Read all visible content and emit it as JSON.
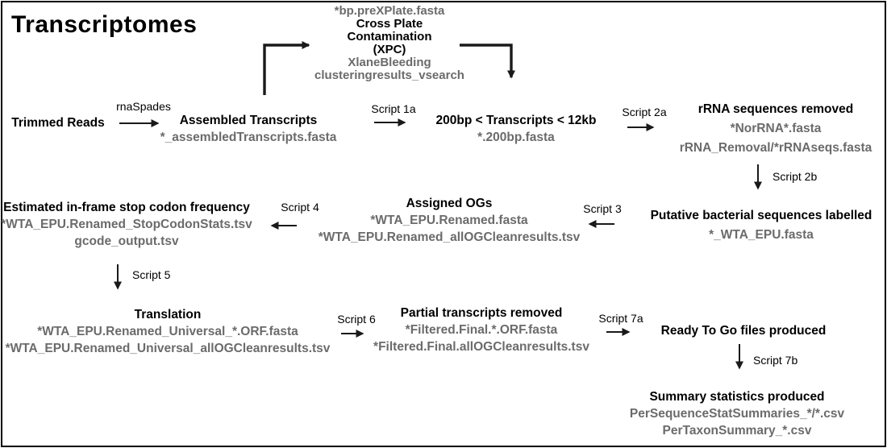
{
  "title": "Transcriptomes",
  "colors": {
    "text": "#000000",
    "file_text": "#6b6b6b",
    "background": "#ffffff",
    "frame_border": "#000000",
    "arrow": "#1a1a1a"
  },
  "nodes": {
    "trimmed_reads": {
      "title": "Trimmed Reads"
    },
    "xpc": {
      "file_above": "*bp.preXPlate.fasta",
      "title_line1": "Cross Plate",
      "title_line2": "Contamination",
      "title_line3": "(XPC)",
      "file1": "XlaneBleeding",
      "file2": "clusteringresults_vsearch"
    },
    "assembled_transcripts": {
      "title": "Assembled Transcripts",
      "file1": "*_assembledTranscripts.fasta"
    },
    "size_filtered": {
      "title": "200bp < Transcripts < 12kb",
      "file1": "*.200bp.fasta"
    },
    "rrna_removed": {
      "title": "rRNA sequences removed",
      "file1": "*NorRNA*.fasta",
      "file2": "rRNA_Removal/*rRNAseqs.fasta"
    },
    "bacterial_labelled": {
      "title": "Putative bacterial sequences labelled",
      "file1": "*_WTA_EPU.fasta"
    },
    "assigned_ogs": {
      "title": "Assigned OGs",
      "file1": "*WTA_EPU.Renamed.fasta",
      "file2": "*WTA_EPU.Renamed_allOGCleanresults.tsv"
    },
    "stop_codon_freq": {
      "title": "Estimated in-frame stop codon frequency",
      "file1": "*WTA_EPU.Renamed_StopCodonStats.tsv",
      "file2": "gcode_output.tsv"
    },
    "translation": {
      "title": "Translation",
      "file1": "*WTA_EPU.Renamed_Universal_*.ORF.fasta",
      "file2": "*WTA_EPU.Renamed_Universal_allOGCleanresults.tsv"
    },
    "partial_removed": {
      "title": "Partial transcripts removed",
      "file1": "*Filtered.Final.*.ORF.fasta",
      "file2": "*Filtered.Final.allOGCleanresults.tsv"
    },
    "ready_to_go": {
      "title": "Ready To Go files produced"
    },
    "summary_stats": {
      "title": "Summary statistics produced",
      "file1": "PerSequenceStatSummaries_*/*.csv",
      "file2": "PerTaxonSummary_*.csv"
    }
  },
  "edges": {
    "rnaspades": {
      "label": "rnaSpades",
      "from": "trimmed_reads",
      "to": "assembled_transcripts"
    },
    "to_xpc": {
      "label": "",
      "from": "assembled_transcripts",
      "to": "xpc"
    },
    "from_xpc": {
      "label": "",
      "from": "xpc",
      "to": "size_filtered"
    },
    "script_1a": {
      "label": "Script 1a",
      "from": "assembled_transcripts",
      "to": "size_filtered"
    },
    "script_2a": {
      "label": "Script 2a",
      "from": "size_filtered",
      "to": "rrna_removed"
    },
    "script_2b": {
      "label": "Script 2b",
      "from": "rrna_removed",
      "to": "bacterial_labelled"
    },
    "script_3": {
      "label": "Script 3",
      "from": "bacterial_labelled",
      "to": "assigned_ogs"
    },
    "script_4": {
      "label": "Script 4",
      "from": "assigned_ogs",
      "to": "stop_codon_freq"
    },
    "script_5": {
      "label": "Script 5",
      "from": "stop_codon_freq",
      "to": "translation"
    },
    "script_6": {
      "label": "Script 6",
      "from": "translation",
      "to": "partial_removed"
    },
    "script_7a": {
      "label": "Script 7a",
      "from": "partial_removed",
      "to": "ready_to_go"
    },
    "script_7b": {
      "label": "Script 7b",
      "from": "ready_to_go",
      "to": "summary_stats"
    }
  }
}
